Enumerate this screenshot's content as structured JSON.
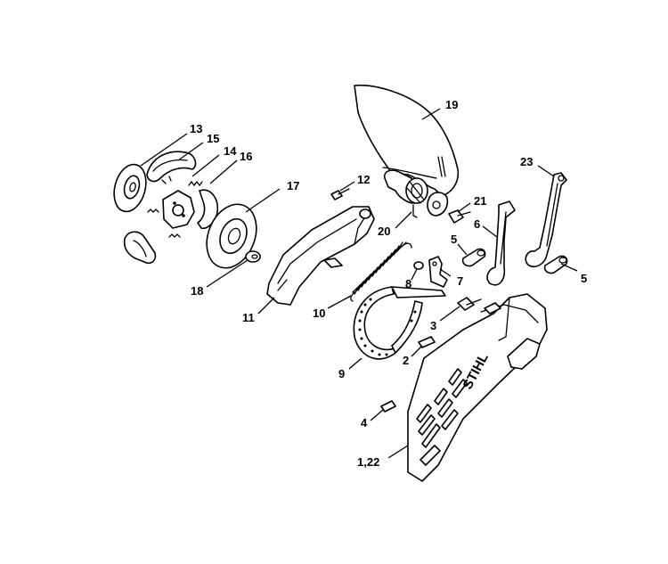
{
  "diagram": {
    "labels": {
      "l13": "13",
      "l15": "15",
      "l14": "14",
      "l16": "16",
      "l17": "17",
      "l12": "12",
      "l19": "19",
      "l23": "23",
      "l21": "21",
      "l20": "20",
      "l6": "6",
      "l5a": "5",
      "l5b": "5",
      "l8": "8",
      "l7": "7",
      "l18": "18",
      "l11": "11",
      "l10": "10",
      "l3": "3",
      "l2": "2",
      "l9": "9",
      "l4": "4",
      "l122": "1,22"
    },
    "brand_logo_text": "STIHL"
  }
}
